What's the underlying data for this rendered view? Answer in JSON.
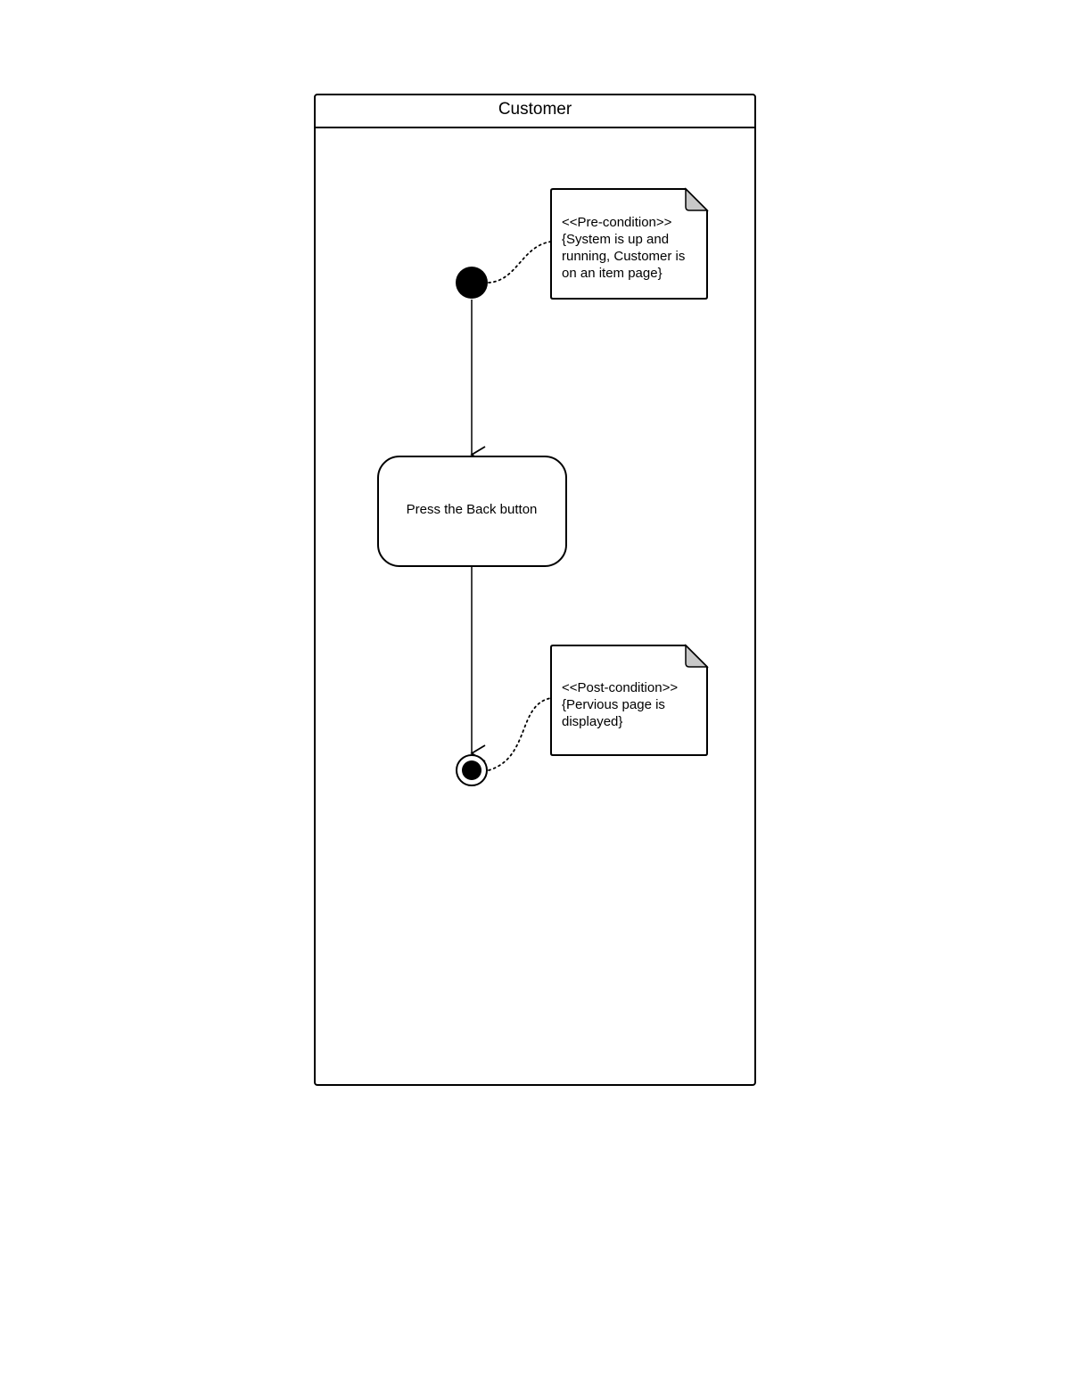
{
  "diagram": {
    "type": "uml-activity-diagram",
    "swimlane": {
      "title": "Customer"
    },
    "action": {
      "label": "Press the Back button"
    },
    "pre_condition_note": {
      "lines": [
        "<<Pre-condition>>",
        "{System is up and",
        "running, Customer is",
        "on an item page}"
      ]
    },
    "post_condition_note": {
      "lines": [
        "<<Post-condition>>",
        "{Pervious page is",
        "displayed}"
      ]
    },
    "colors": {
      "stroke": "#000000",
      "node_fill": "#000000",
      "note_fold": "#c8c8c8",
      "background": "#ffffff"
    }
  }
}
